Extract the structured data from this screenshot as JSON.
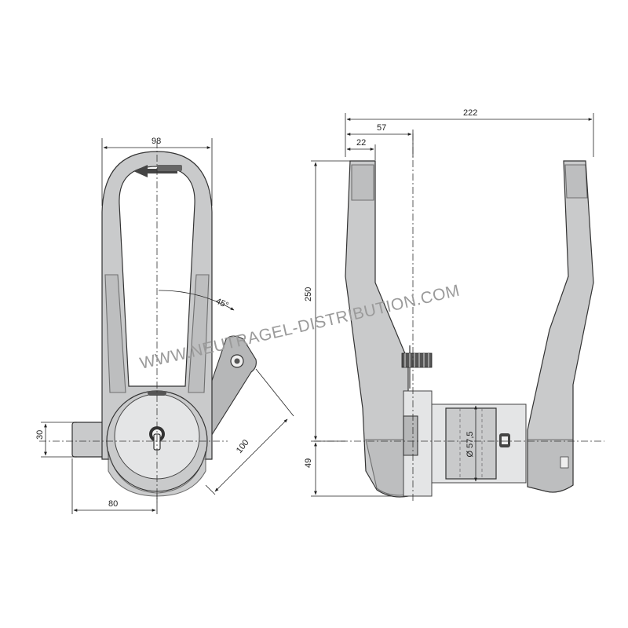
{
  "dimensions": {
    "front_width": "98",
    "front_angle": "45°",
    "front_radius": "100",
    "front_offset_height": "30",
    "front_offset_width": "80",
    "side_total_width": "222",
    "side_width_57": "57",
    "side_width_22": "22",
    "side_height": "250",
    "side_lower_height": "49",
    "side_diameter": "Ø 57,5"
  },
  "watermark": "WWW.NEUTRAGEL-DISTRIBUTION.COM"
}
